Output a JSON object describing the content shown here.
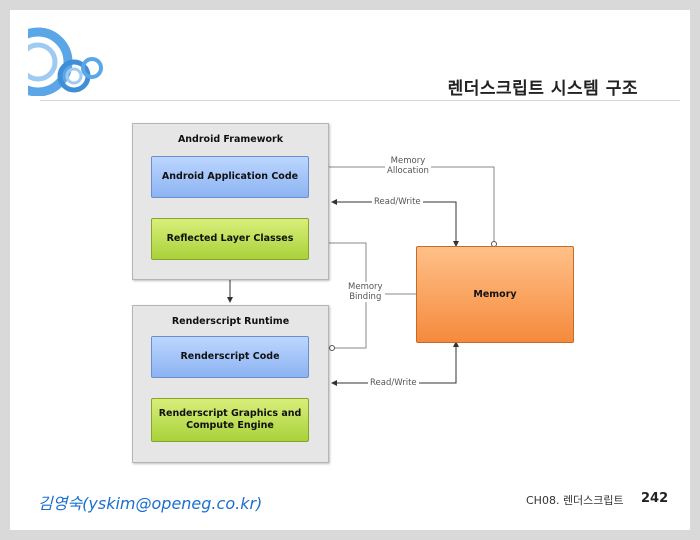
{
  "slide": {
    "title": "렌더스크립트 시스템 구조",
    "author": "김영숙(yskim@openeg.co.kr)",
    "footer_chapter": "CH08. 렌더스크립트",
    "page_number": "242"
  },
  "diagram": {
    "framework_title": "Android Framework",
    "app_code": "Android Application Code",
    "reflected_layer": "Reflected Layer Classes",
    "runtime_title": "Renderscript Runtime",
    "rs_code": "Renderscript Code",
    "rs_engine_line1": "Renderscript Graphics and",
    "rs_engine_line2": "Compute Engine",
    "memory": "Memory",
    "label_alloc_1": "Memory",
    "label_alloc_2": "Allocation",
    "label_rw_top": "Read/Write",
    "label_binding_1": "Memory",
    "label_binding_2": "Binding",
    "label_rw_bottom": "Read/Write"
  },
  "colors": {
    "blue_box": "#8cb3f2",
    "green_box": "#a8d23a",
    "memory_box": "#f58a3d",
    "logo": "#3f8fd8"
  }
}
